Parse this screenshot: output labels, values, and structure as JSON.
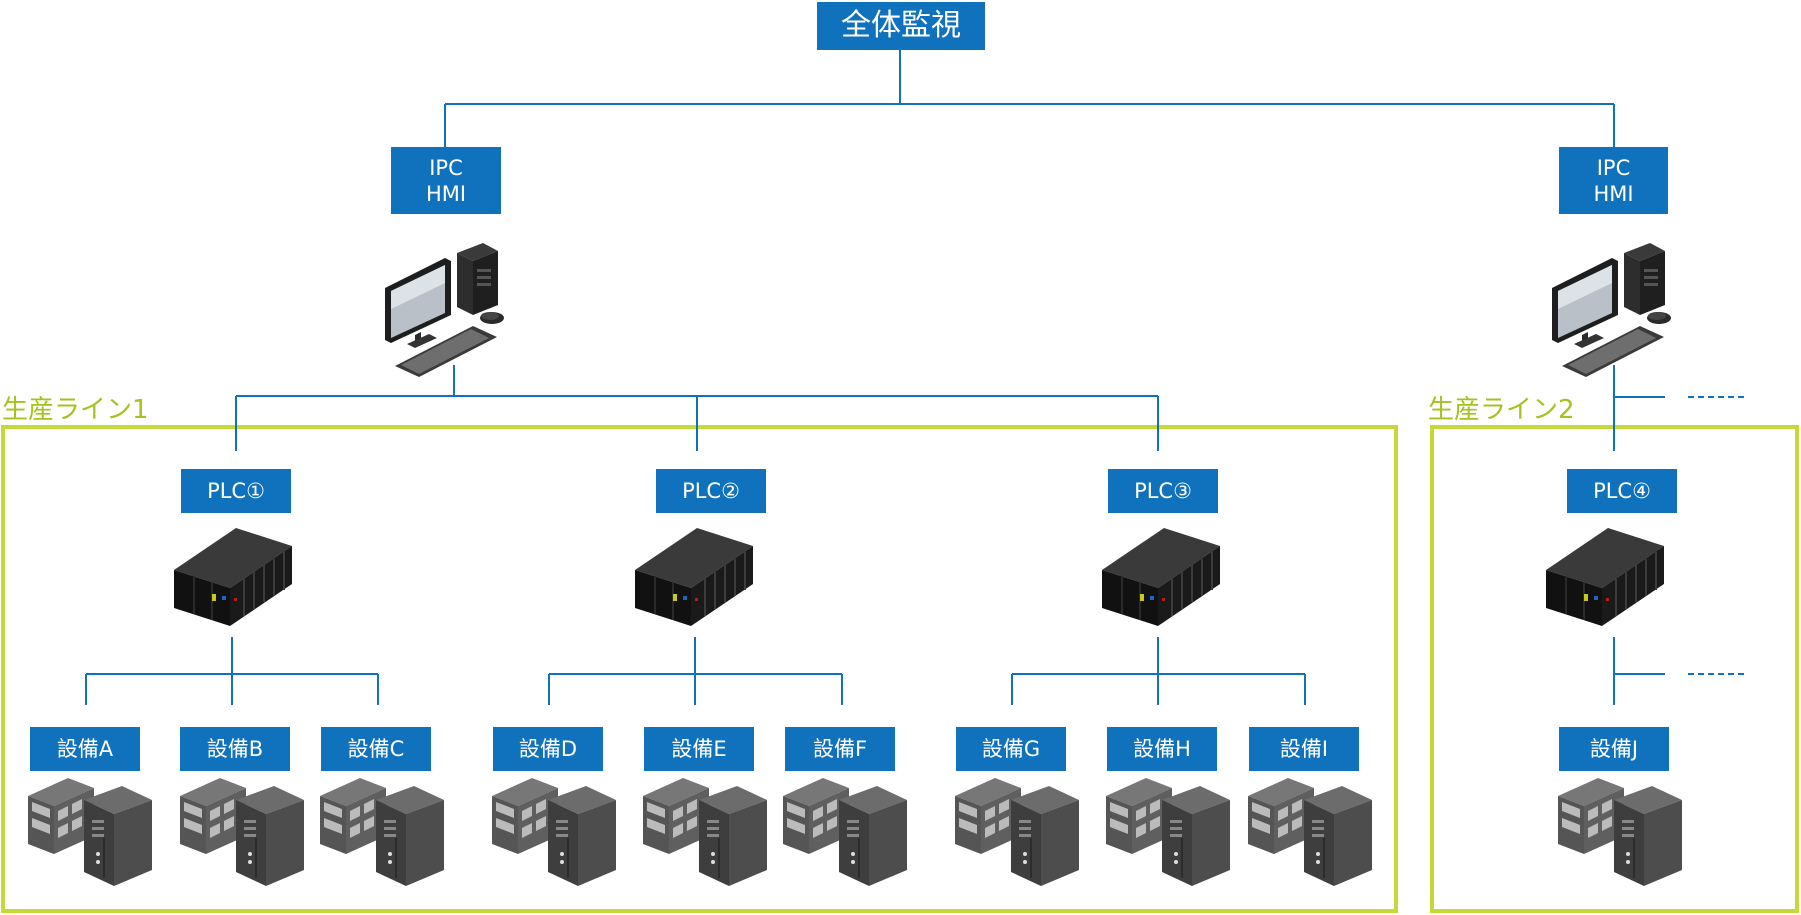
{
  "top": {
    "label": "全体監視"
  },
  "ipc": [
    {
      "label": "IPC\nHMI"
    },
    {
      "label": "IPC\nHMI"
    }
  ],
  "lines": [
    {
      "label": "生産ライン1"
    },
    {
      "label": "生産ライン2"
    }
  ],
  "plcs": [
    {
      "label": "PLC①"
    },
    {
      "label": "PLC②"
    },
    {
      "label": "PLC③"
    },
    {
      "label": "PLC④"
    }
  ],
  "equipment": [
    {
      "label": "設備A"
    },
    {
      "label": "設備B"
    },
    {
      "label": "設備C"
    },
    {
      "label": "設備D"
    },
    {
      "label": "設備E"
    },
    {
      "label": "設備F"
    },
    {
      "label": "設備G"
    },
    {
      "label": "設備H"
    },
    {
      "label": "設備I"
    },
    {
      "label": "設備J"
    }
  ],
  "colors": {
    "box": "#1072bd",
    "connector": "#1072bd",
    "line_frame": "#c6d83a",
    "line_label": "#a5c21f"
  }
}
